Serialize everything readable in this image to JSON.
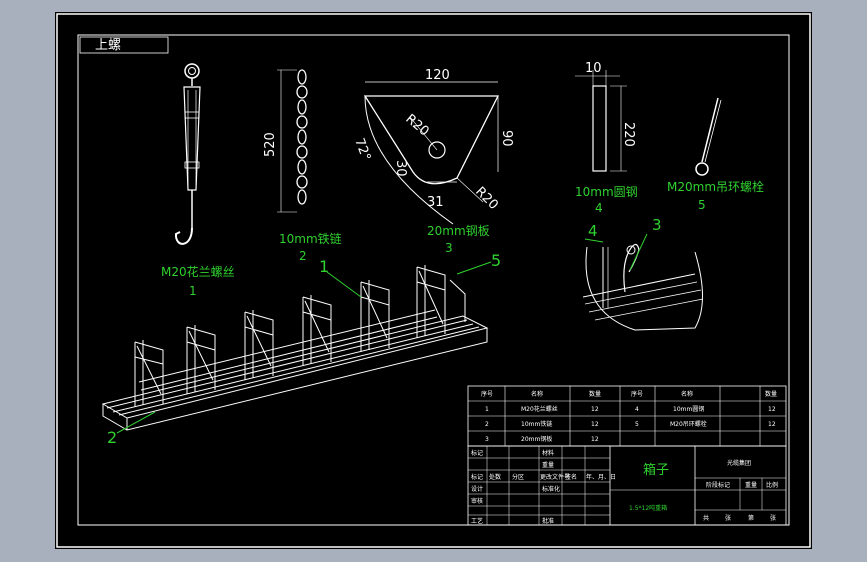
{
  "stamp": {
    "text": "上螺"
  },
  "parts": {
    "p1": {
      "name": "M20花兰螺丝",
      "num": "1"
    },
    "p2": {
      "name": "10mm铁链",
      "num": "2"
    },
    "p3": {
      "name": "20mm钢板",
      "num": "3"
    },
    "p4": {
      "name": "10mm圆钢",
      "num": "4"
    },
    "p5": {
      "name": "M20mm吊环螺栓",
      "num": "5"
    }
  },
  "dims": {
    "chain_len": "520",
    "plate_top": "120",
    "plate_side": "90",
    "plate_angle": "72°",
    "r_hole": "R20",
    "r_corner": "R20",
    "d_30": "30",
    "d_31": "31",
    "rod_w": "10",
    "rod_len": "220"
  },
  "callouts": {
    "c1": "1",
    "c2": "2",
    "c3": "3",
    "c4": "4",
    "c5": "5"
  },
  "bom": {
    "headers": [
      "序号",
      "名称",
      "数量",
      "序号",
      "名称",
      "数量"
    ],
    "rows": [
      [
        "1",
        "M20花兰螺丝",
        "12",
        "4",
        "10mm圆钢",
        "12"
      ],
      [
        "2",
        "10mm铁链",
        "12",
        "5",
        "M20吊环螺栓",
        "12"
      ],
      [
        "3",
        "20mm钢板",
        "12",
        "",
        "",
        ""
      ]
    ]
  },
  "title_block": {
    "left_labels": [
      "标记",
      "处数",
      "分区",
      "更改文件号",
      "签名",
      "年、月、日"
    ],
    "sign_rows": [
      "标记",
      "设计",
      "审核",
      "工艺"
    ],
    "mid_labels": [
      "材料",
      "重量",
      "标准化",
      "批准"
    ],
    "drawing_name": "箱子",
    "drawing_sub": "1.5*12吨重箱",
    "company": "光缆集团",
    "stage_labels": [
      "阶段标记",
      "重量",
      "比例"
    ],
    "sheet_labels": [
      "共",
      "张",
      "第",
      "张"
    ]
  }
}
